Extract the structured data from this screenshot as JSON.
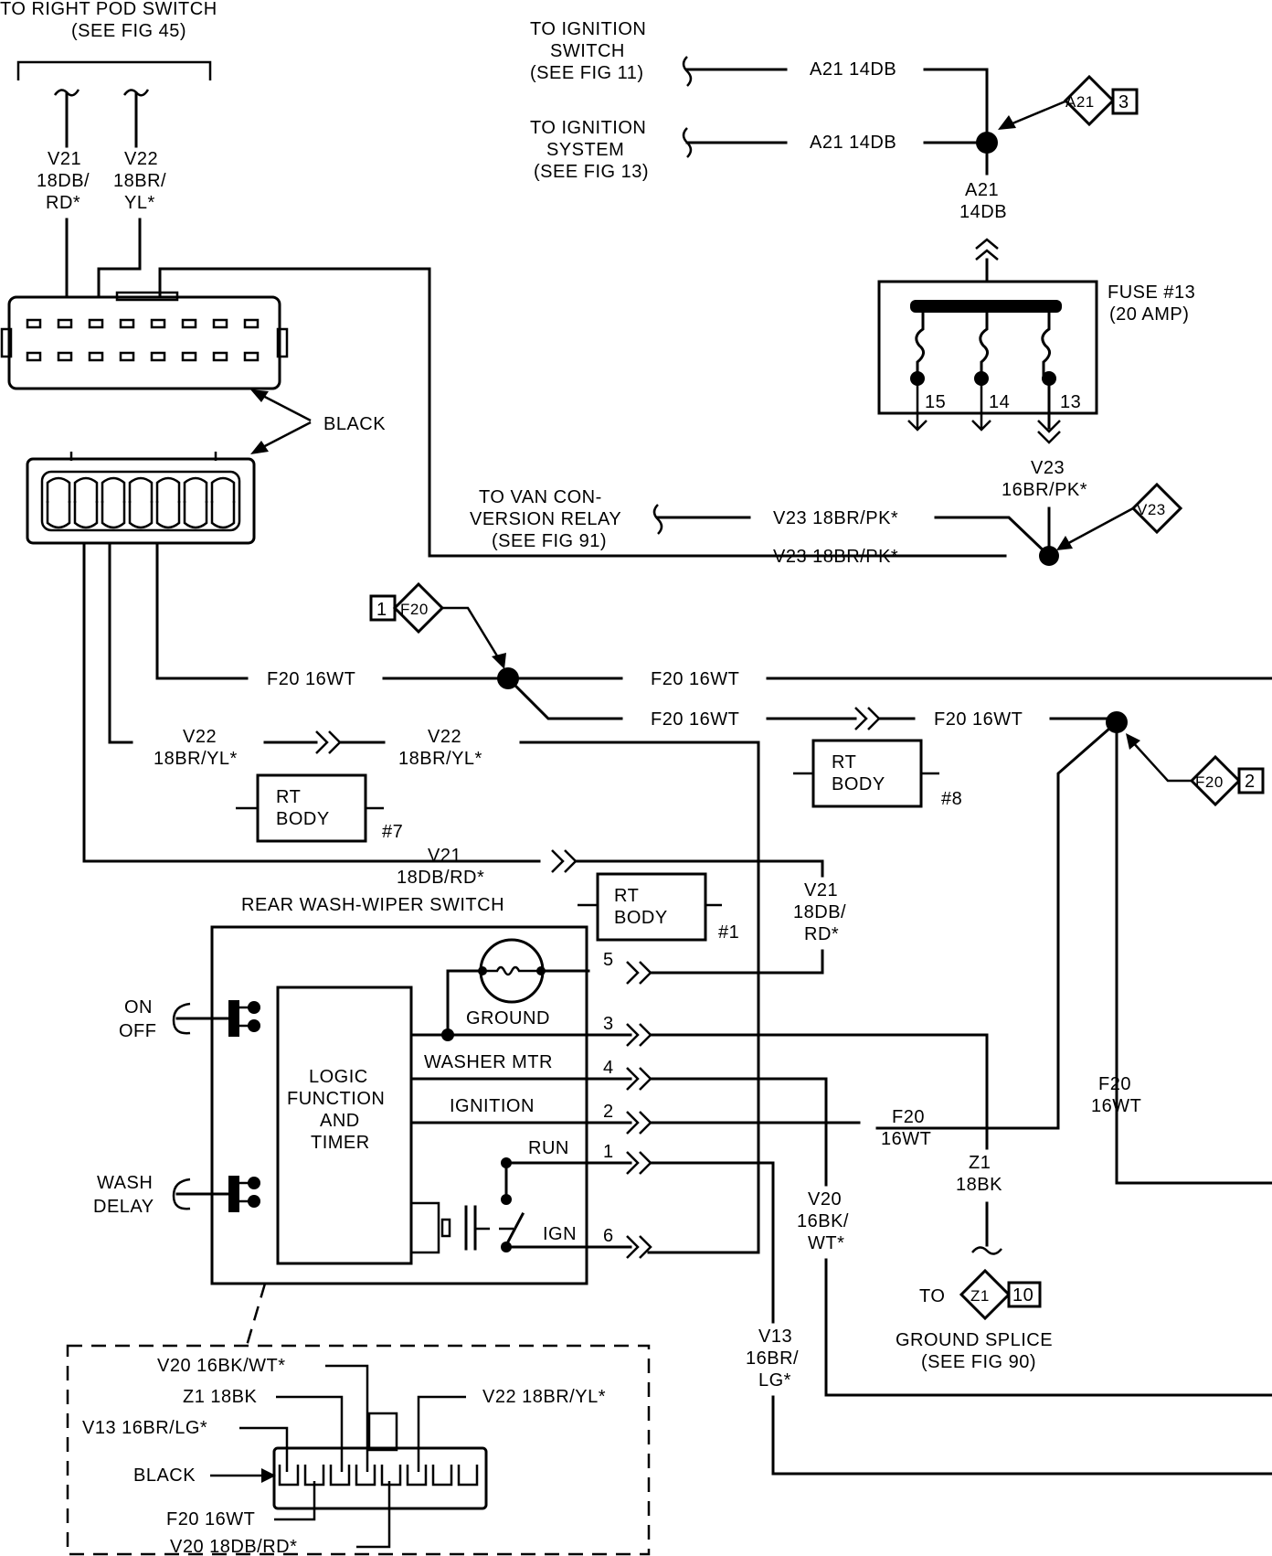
{
  "labels": {
    "right_pod_switch": [
      "TO RIGHT POD SWITCH",
      "(SEE FIG 45)"
    ],
    "v21_pod": [
      "V21",
      "18DB/",
      "RD*"
    ],
    "v22_pod": [
      "V22",
      "18BR/",
      "YL*"
    ],
    "ignition_switch": [
      "TO IGNITION",
      "SWITCH",
      "(SEE FIG 11)"
    ],
    "ignition_system": [
      "TO IGNITION",
      "SYSTEM",
      "(SEE FIG 13)"
    ],
    "a21_upper": "A21 14DB",
    "a21_lower": "A21 14DB",
    "a21_splice": "A21",
    "a21_splice_num": "3",
    "a21_vertical": [
      "A21",
      "14DB"
    ],
    "fuse": [
      "FUSE #13",
      "(20 AMP)"
    ],
    "fuse_terminals": [
      "15",
      "14",
      "13"
    ],
    "v23_vertical": [
      "V23",
      "16BR/PK*"
    ],
    "v23_splice": "V23",
    "van_relay": [
      "TO VAN CON-",
      "VERSION RELAY",
      "(SEE FIG 91)"
    ],
    "v23_upper": "V23 18BR/PK*",
    "v23_lower": "V23 18BR/PK*",
    "black_conn": "BLACK",
    "f20_splice_left_num": "1",
    "f20_splice_left": "F20",
    "f20_top_left": "F20 16WT",
    "f20_top_right": "F20 16WT",
    "f20_mid_left": "F20 16WT",
    "f20_mid_right": "F20 16WT",
    "f20_splice_right": "F20",
    "f20_splice_right_num": "2",
    "v22_mid_left": [
      "V22",
      "18BR/YL*"
    ],
    "v22_mid_right": [
      "V22",
      "18BR/YL*"
    ],
    "rt_body_7": [
      "RT",
      "BODY"
    ],
    "rt_body_7_num": "#7",
    "rt_body_8": [
      "RT",
      "BODY"
    ],
    "rt_body_8_num": "#8",
    "rt_body_1": [
      "RT",
      "BODY"
    ],
    "rt_body_1_num": "#1",
    "v21_mid": [
      "V21",
      "18DB/RD*"
    ],
    "v21_right": [
      "V21",
      "18DB/",
      "RD*"
    ],
    "switch_title": "REAR WASH-WIPER SWITCH",
    "on_off": [
      "ON",
      "OFF"
    ],
    "wash_delay": [
      "WASH",
      "DELAY"
    ],
    "logic": [
      "LOGIC",
      "FUNCTION",
      "AND",
      "TIMER"
    ],
    "ground": "GROUND",
    "washer_mtr": "WASHER MTR",
    "ignition": "IGNITION",
    "run": "RUN",
    "ign": "IGN",
    "pins": [
      "5",
      "3",
      "4",
      "2",
      "1",
      "6"
    ],
    "f20_right_v": [
      "F20",
      "16WT"
    ],
    "f20_center": [
      "F20",
      "16WT"
    ],
    "z1": [
      "Z1",
      "18BK"
    ],
    "v20": [
      "V20",
      "16BK/",
      "WT*"
    ],
    "v13": [
      "V13",
      "16BR/",
      "LG*"
    ],
    "to": "TO",
    "z1_splice": "Z1",
    "z1_splice_num": "10",
    "ground_splice": [
      "GROUND SPLICE",
      "(SEE FIG 90)"
    ],
    "conn_v20": "V20 16BK/WT*",
    "conn_z1": "Z1 18BK",
    "conn_v13": "V13 16BR/LG*",
    "conn_black": "BLACK",
    "conn_f20": "F20 16WT",
    "conn_v20b": "V20 18DB/RD*",
    "conn_v22": "V22 18BR/YL*"
  }
}
